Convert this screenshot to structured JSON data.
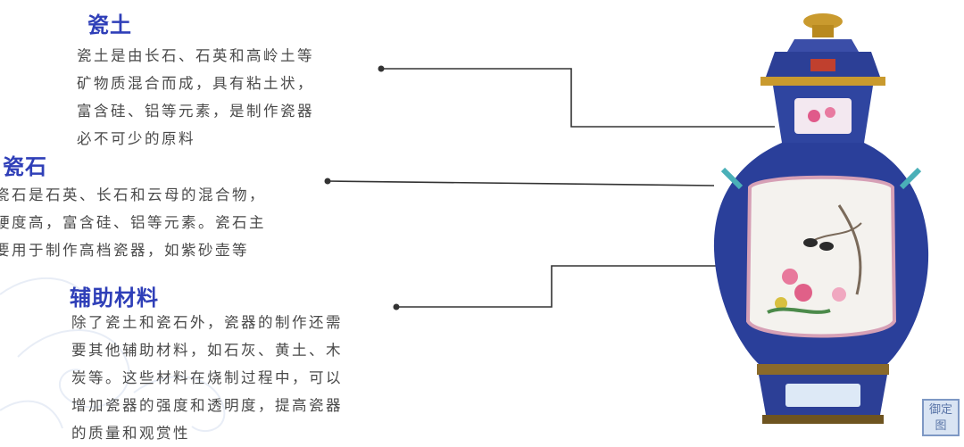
{
  "sections": [
    {
      "title": "瓷土",
      "lines": [
        "瓷土是由长石、石英和高岭土等",
        "矿物质混合而成，具有粘土状，",
        "富含硅、铝等元素，是制作瓷器",
        "必不可少的原料"
      ]
    },
    {
      "title": "瓷石",
      "lines": [
        "瓷石是石英、长石和云母的混合物，",
        "硬度高，富含硅、铝等元素。瓷石主",
        "要用于制作高档瓷器，如紫砂壶等"
      ]
    },
    {
      "title": "辅助材料",
      "lines": [
        "除了瓷土和瓷石外，瓷器的制作还需",
        "要其他辅助材料，如石灰、黄土、木",
        "炭等。这些材料在烧制过程中，可以",
        "增加瓷器的强度和透明度，提高瓷器",
        "的质量和观赏性"
      ]
    }
  ],
  "seal": {
    "text": "御定图"
  },
  "colors": {
    "heading": "#2f3fb8",
    "body_text": "#4a4a4a",
    "leader_line": "#333333"
  }
}
